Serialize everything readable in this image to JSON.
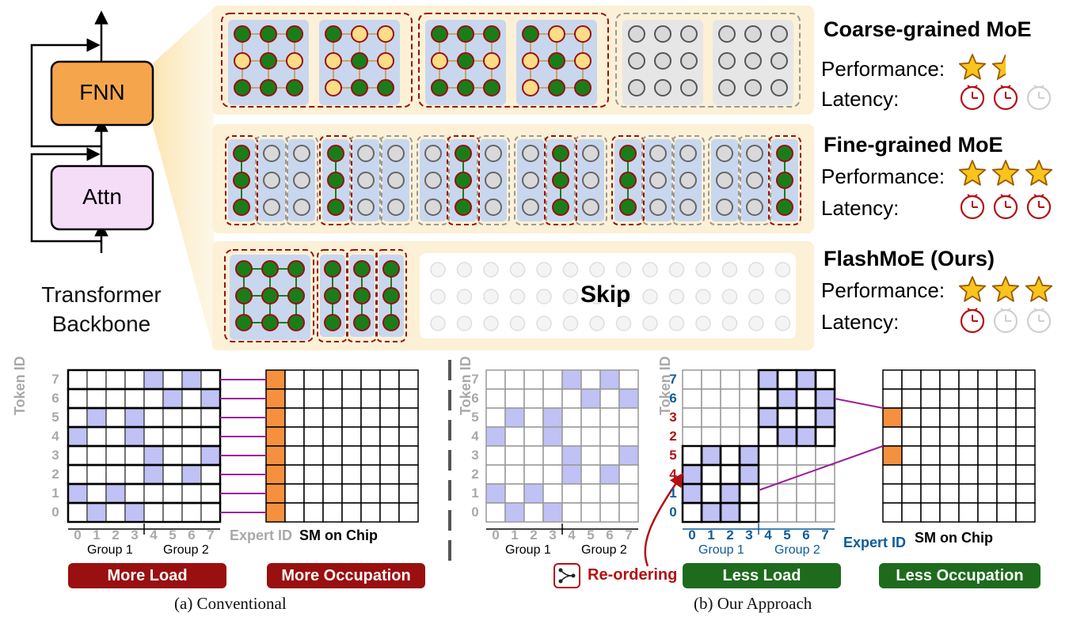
{
  "backbone": {
    "fnn_label": "FNN",
    "attn_label": "Attn",
    "caption_line1": "Transformer",
    "caption_line2": "Backbone"
  },
  "rows": [
    {
      "title": "Coarse-grained MoE",
      "performance_label": "Performance:",
      "latency_label": "Latency:",
      "stars": 1.5,
      "clocks_active": 2
    },
    {
      "title": "Fine-grained MoE",
      "performance_label": "Performance:",
      "latency_label": "Latency:",
      "stars": 3,
      "clocks_active": 3
    },
    {
      "title": "FlashMoE (Ours)",
      "performance_label": "Performance:",
      "latency_label": "Latency:",
      "stars": 3,
      "clocks_active": 1
    }
  ],
  "skip_label": "Skip",
  "panel_a": {
    "token_axis": "Token ID",
    "expert_axis": "Expert ID",
    "sm_label": "SM on Chip",
    "token_ticks": [
      "7",
      "6",
      "5",
      "4",
      "3",
      "2",
      "1",
      "0"
    ],
    "expert_ticks": [
      "0",
      "1",
      "2",
      "3",
      "4",
      "5",
      "6",
      "7"
    ],
    "group1": "Group 1",
    "group2": "Group 2",
    "load_badge": "More Load",
    "occupation_badge": "More Occupation",
    "caption": "(a) Conventional"
  },
  "panel_b": {
    "token_axis": "Token ID",
    "expert_axis": "Expert ID",
    "sm_label": "SM on Chip",
    "token_ticks": [
      "7",
      "6",
      "5",
      "4",
      "3",
      "2",
      "1",
      "0"
    ],
    "reordered_ticks": [
      "7",
      "6",
      "3",
      "2",
      "5",
      "4",
      "1",
      "0"
    ],
    "expert_ticks": [
      "0",
      "1",
      "2",
      "3",
      "4",
      "5",
      "6",
      "7"
    ],
    "group1": "Group 1",
    "group2": "Group 2",
    "reorder_label": "Re-ordering",
    "load_badge": "Less Load",
    "occupation_badge": "Less Occupation",
    "caption": "(b) Our Approach"
  },
  "colors": {
    "fnn_fill": "#f5a64d",
    "attn_fill": "#f5ddf8",
    "panel_bg": "#fcf1d6",
    "tile_bg": "#c8d7ee",
    "active_node": "#1a7d1a",
    "idle_node_yellow": "#fddc88",
    "inactive_node": "#d9d9d9",
    "selected_cell": "#c0c1f4",
    "sm_active": "#f5913e",
    "dark_red": "#9a0f10",
    "dark_green": "#1e6b1e",
    "blue": "#0d5c99",
    "purple_link": "#9b1d9b"
  }
}
